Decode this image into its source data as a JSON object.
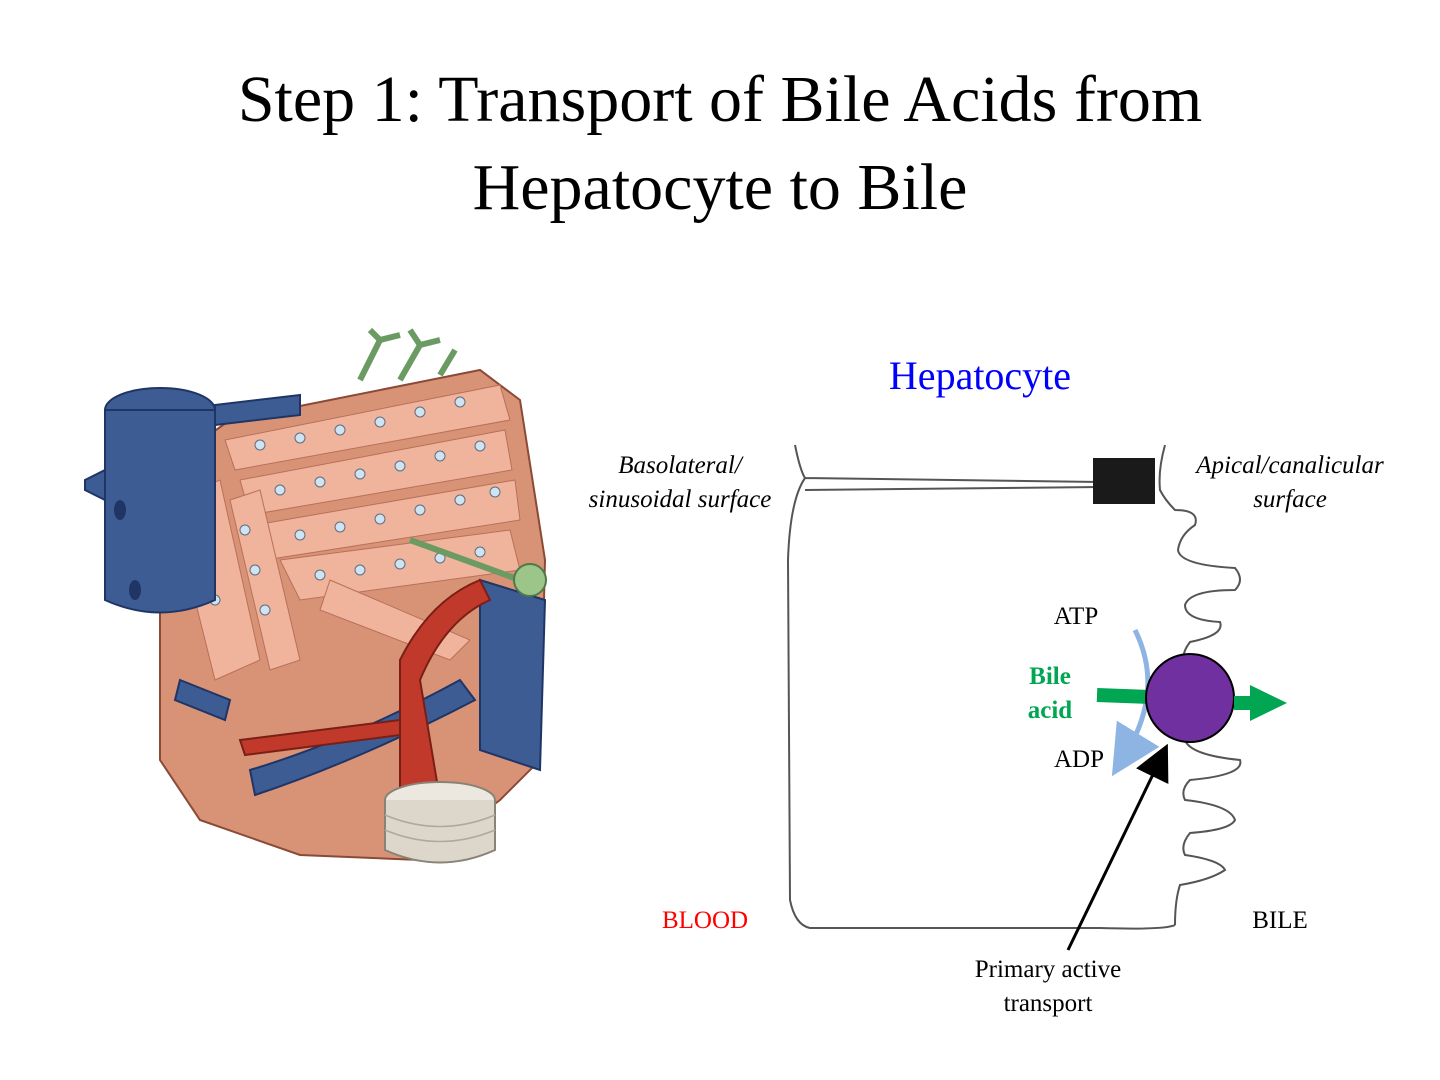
{
  "title": {
    "line1": "Step 1: Transport of Bile Acids from",
    "line2": "Hepatocyte to Bile"
  },
  "diagram": {
    "cell_label": "Hepatocyte",
    "basolateral_line1": "Basolateral/",
    "basolateral_line2": "sinusoidal surface",
    "apical_line1": "Apical/canalicular",
    "apical_line2": "surface",
    "atp": "ATP",
    "adp": "ADP",
    "bile_acid_line1": "Bile",
    "bile_acid_line2": "acid",
    "blood": "BLOOD",
    "bile": "BILE",
    "transport_line1": "Primary active",
    "transport_line2": "transport"
  },
  "colors": {
    "cell_label": "#0000ff",
    "blood": "#ff0000",
    "bile_acid": "#00a651",
    "transporter": "#7030a0",
    "atp_arc": "#8eb4e3",
    "tight_junction": "#1a1a1a",
    "tissue_cells": "#e9a58c",
    "tissue_vessel": "#3e5c94",
    "tissue_artery": "#c0392b",
    "tissue_bile_duct": "#6b9a63"
  },
  "illustration": {
    "subject": "liver lobule tissue illustration"
  }
}
